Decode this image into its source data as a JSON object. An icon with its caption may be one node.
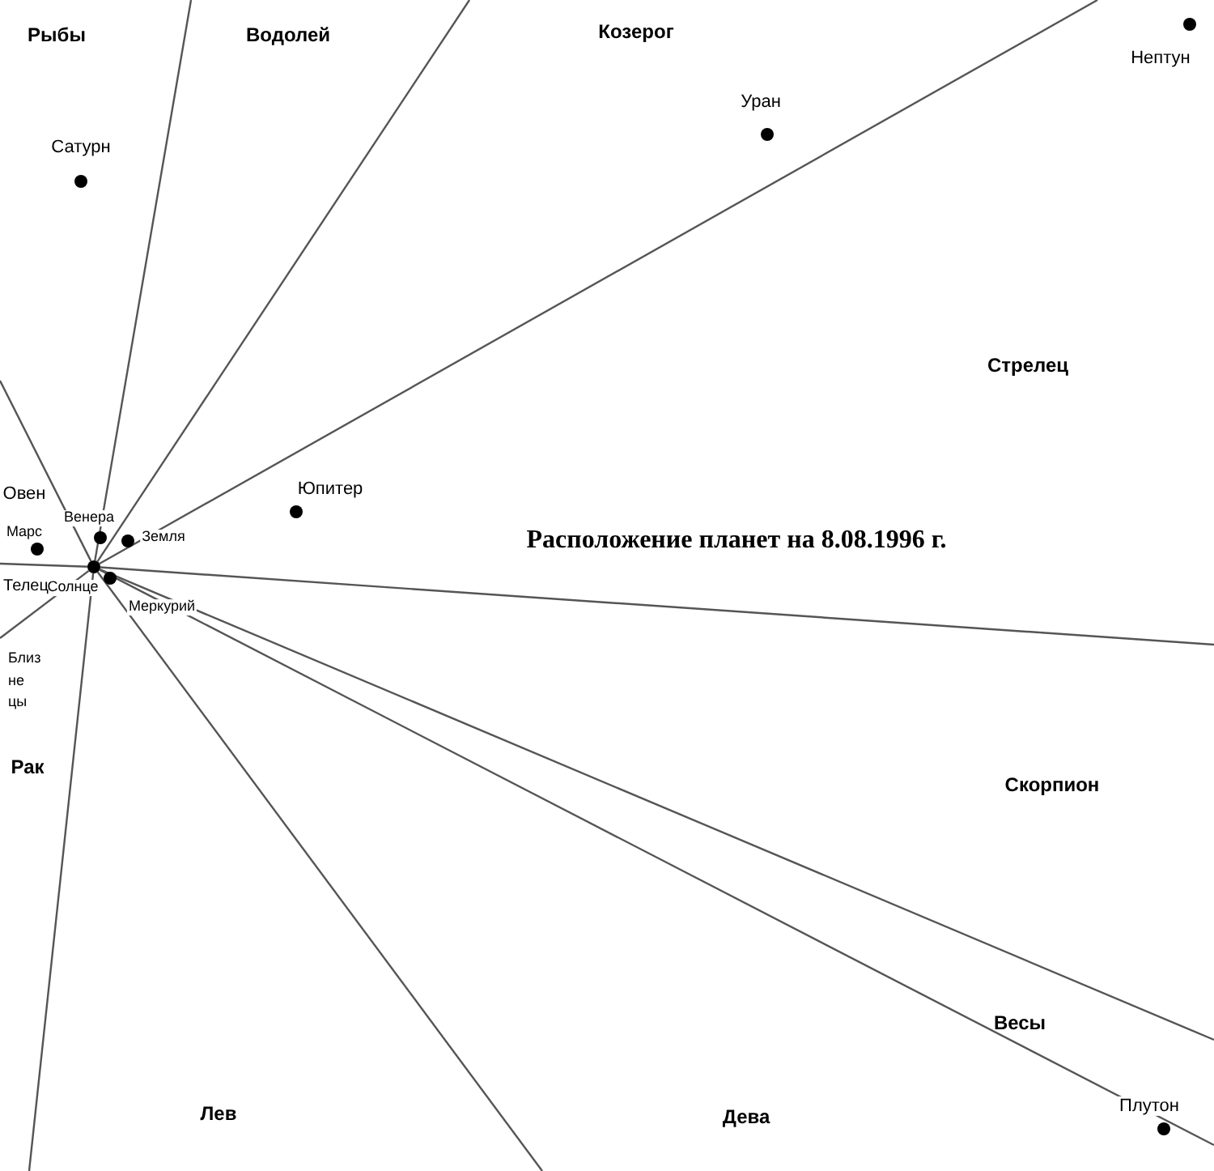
{
  "diagram": {
    "title": "Расположение планет на 8.08.1996 г.",
    "nodes": [
      {
        "text": [
          "Нептун"
        ]
      },
      {
        "text": [
          "Уран"
        ]
      },
      {
        "text": [
          "Сатурн"
        ]
      },
      {
        "text": [
          "Юпитер"
        ]
      },
      {
        "text": [
          "Венера"
        ]
      },
      {
        "text": [
          "Земля"
        ]
      },
      {
        "text": [
          "Марс"
        ]
      },
      {
        "text": [
          "Солнце"
        ]
      },
      {
        "text": [
          "Меркурий"
        ]
      },
      {
        "text": [
          "Плутон"
        ]
      }
    ],
    "edges": [
      {
        "from": 7,
        "to": null,
        "arrow": "none"
      },
      {
        "from": 7,
        "to": null,
        "arrow": "none"
      },
      {
        "from": 7,
        "to": null,
        "arrow": "none"
      },
      {
        "from": 7,
        "to": null,
        "arrow": "none"
      },
      {
        "from": 7,
        "to": null,
        "arrow": "none"
      },
      {
        "from": 7,
        "to": null,
        "arrow": "none"
      },
      {
        "from": 7,
        "to": null,
        "arrow": "none"
      },
      {
        "from": 7,
        "to": null,
        "arrow": "none"
      },
      {
        "from": 7,
        "to": null,
        "arrow": "none"
      },
      {
        "from": 7,
        "to": null,
        "arrow": "none"
      },
      {
        "from": 7,
        "to": null,
        "arrow": "none"
      }
    ],
    "labels": [
      "Рыбы",
      "Водолей",
      "Козерог",
      "Стрелец",
      "Овен",
      "Телец",
      "Близ не цы",
      "Рак",
      "Скорпион",
      "Весы",
      "Лев",
      "Дева"
    ]
  }
}
